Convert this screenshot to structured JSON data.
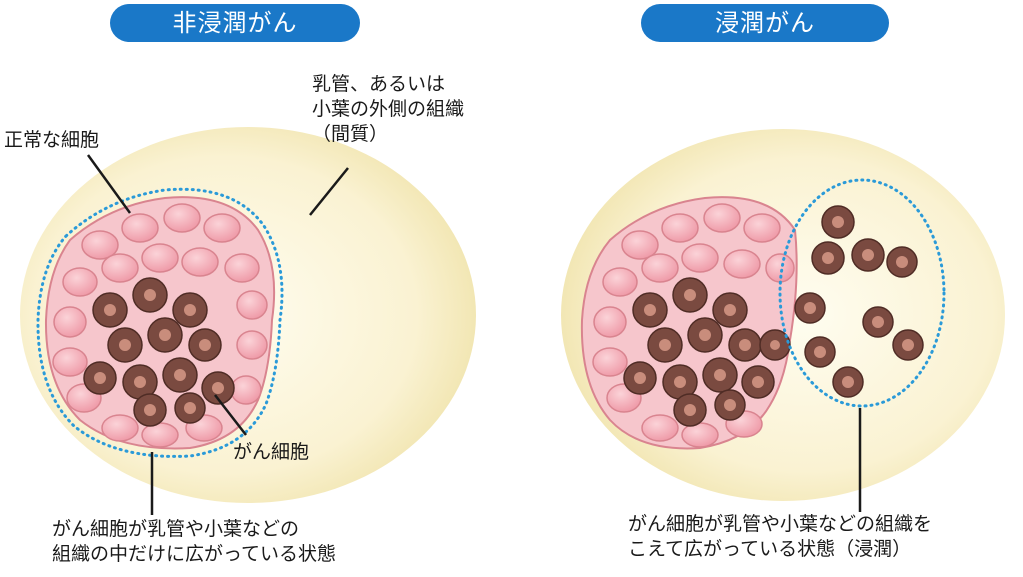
{
  "left_panel": {
    "title": "非浸潤がん",
    "label_normal_cell": "正常な細胞",
    "label_stroma_lines": [
      "乳管、あるいは",
      "小葉の外側の組織",
      "（間質）"
    ],
    "label_cancer_cell": "がん細胞",
    "caption_lines": [
      "がん細胞が乳管や小葉などの",
      "組織の中だけに広がっている状態"
    ]
  },
  "right_panel": {
    "title": "浸潤がん",
    "caption_lines": [
      "がん細胞が乳管や小葉などの組織を",
      "こえて広がっている状態（浸潤）"
    ]
  },
  "colors": {
    "title_pill": "#1a78c8",
    "stroma": "#f7efc8",
    "normal_cell": "#f3a9b4",
    "cancer_cell": "#7a4a40",
    "boundary_dots": "#2a9ad8"
  }
}
